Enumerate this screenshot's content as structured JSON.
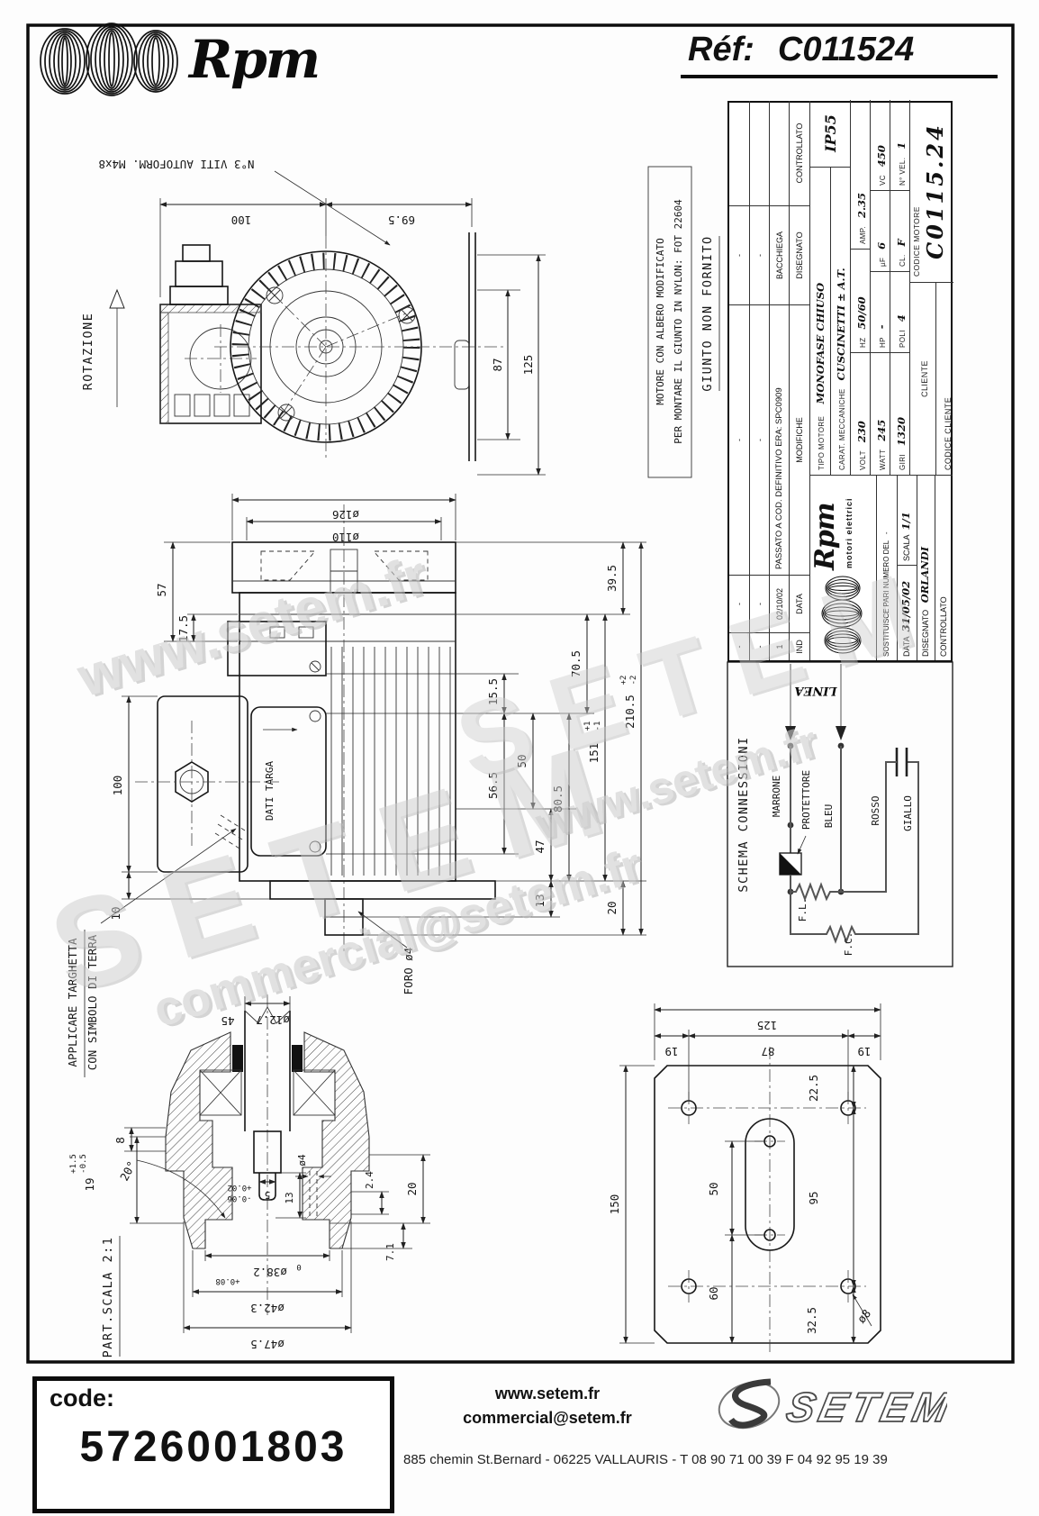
{
  "header": {
    "logo_text": "Rpm",
    "ref_label": "Réf:",
    "ref_value": "C011524"
  },
  "watermarks": {
    "site": "www.setem.fr",
    "brand": "SETEM",
    "email": "commercial@setem.fr"
  },
  "notes": {
    "note_box_line1": "MOTORE CON ALBERO MODIFICATO",
    "note_box_line2": "PER MONTARE IL GIUNTO IN NYLON: FOT 22604",
    "giunto": "GIUNTO NON FORNITO",
    "viti": "N°3 VITI AUTOFORM. M4x8",
    "rotazione": "ROTAZIONE",
    "dati_targa": "DATI TARGA",
    "applicare_line1": "APPLICARE TARGHETTA",
    "applicare_line2": "CON SIMBOLO DI TERRA",
    "foro": "FORO ø4",
    "part_scala": "PART.SCALA 2:1"
  },
  "front_view": {
    "d100": "100",
    "d69_5": "69.5",
    "d87": "87",
    "d125": "125"
  },
  "side_view": {
    "d126": "ø126",
    "d110": "ø110",
    "d57": "57",
    "d17_5": "17.5",
    "d100": "100",
    "d10": "10",
    "d39_5": "39.5",
    "d70_5": "70.5",
    "d15_5": "15.5",
    "d50": "50",
    "d56_5": "56.5",
    "d80_5": "80.5",
    "d47": "47",
    "d13": "13",
    "d20": "20",
    "d151": "151",
    "d151_p": "+1",
    "d151_m": "-1",
    "d210_5": "210.5",
    "d210_p": "+2",
    "d210_m": "-2"
  },
  "section_view": {
    "d12_7": "ø12.7",
    "d45": "45",
    "d8": "8",
    "d19": "19",
    "d19_p": "+1.5",
    "d19_m": "-0.5",
    "angle20": "20°",
    "d5": "5",
    "d5_p": "+0.02",
    "d5_m": "-0.06",
    "d4": "ø4",
    "d13": "13",
    "d2_4": "2.4",
    "d20": "20",
    "d7_1": "7.1",
    "d38_2": "ø38.2",
    "d38_2_0": "0",
    "d38_2_p": "+0.08",
    "d42_3": "ø42.3",
    "d47_5": "ø47.5"
  },
  "plate_view": {
    "d125": "125",
    "d87": "87",
    "d19_left": "19",
    "d19_right": "19",
    "d150": "150",
    "d22_5": "22.5",
    "d95": "95",
    "d50": "50",
    "d60": "60",
    "d32_5": "32.5",
    "d8": "ø8"
  },
  "schema": {
    "title": "SCHEMA CONNESSIONI",
    "linea": "LINEA",
    "marrone": "MARRONE",
    "protettore": "PROTETTORE",
    "bleu": "BLEU",
    "rosso": "ROSSO",
    "giallo": "GIALLO",
    "fl": "F.L.",
    "fc": "F.C."
  },
  "titleblock": {
    "dash": "-",
    "rev_ind": "IND",
    "rev_data": "DATA",
    "rev_modifiche": "MODIFICHE",
    "rev_disegnato": "DISEGNATO",
    "rev_controllato": "CONTROLLATO",
    "rev1_ind": "1",
    "rev1_data": "02/10/02",
    "rev1_desc": "PASSATO A COD. DEFINITIVO ERA: SPC0909",
    "rev1_name": "BACCHIEGA",
    "logo_text": "Rpm",
    "logo_sub": "motori elettrici",
    "sostituisce_label": "SOSTITUISCE PARI NUMERO DEL",
    "sostituisce_value": "-",
    "data_label": "DATA",
    "data_value": "31/05/02",
    "scala_label": "SCALA",
    "scala_value": "1/1",
    "disegnato_label": "DISEGNATO",
    "disegnato_value": "ORLANDI",
    "controllato_label": "CONTROLLATO",
    "tipo_label": "TIPO MOTORE",
    "tipo_value": "MONOFASE CHIUSO",
    "carat_label": "CARAT. MECCANICHE",
    "carat_value": "CUSCINETTI ± A.T.",
    "ip": "IP55",
    "volt_label": "VOLT",
    "volt_value": "230",
    "hz_label": "HZ",
    "hz_value": "50/60",
    "amp_label": "AMP.",
    "amp_value": "2.35",
    "watt_label": "WATT",
    "watt_value": "245",
    "hp_label": "HP",
    "hp_value": "-",
    "uf_label": "µF",
    "uf_value": "6",
    "vc_label": "VC",
    "vc_value": "450",
    "giri_label": "GIRI",
    "giri_value": "1320",
    "poli_label": "POLI",
    "poli_value": "4",
    "cl_label": "CL.",
    "cl_value": "F",
    "nvel_label": "N° VEL.",
    "nvel_value": "1",
    "cliente_label": "CLIENTE",
    "codice_motore_label": "CODICE MOTORE",
    "codice_motore_value": "C0115.24",
    "codice_cliente_label": "CODICE CLIENTE"
  },
  "footer": {
    "code_label": "code:",
    "code_value": "5726001803",
    "site": "www.setem.fr",
    "email": "commercial@setem.fr",
    "brand": "SETEM",
    "address": "885 chemin St.Bernard  -  06225 VALLAURIS  -  T 08 90 71 00 39   F 04 92 95 19 39"
  }
}
